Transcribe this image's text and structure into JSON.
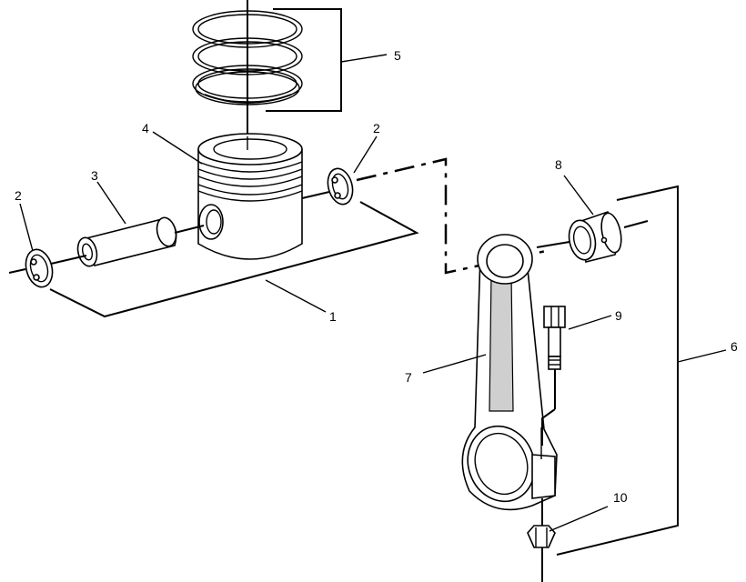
{
  "callouts": [
    {
      "id": "piston-assembly",
      "label": "1"
    },
    {
      "id": "snap-ring-left",
      "label": "2"
    },
    {
      "id": "snap-ring-right",
      "label": "2"
    },
    {
      "id": "piston-pin",
      "label": "3"
    },
    {
      "id": "piston",
      "label": "4"
    },
    {
      "id": "piston-ring-set",
      "label": "5"
    },
    {
      "id": "connecting-rod-assembly",
      "label": "6"
    },
    {
      "id": "connecting-rod",
      "label": "7"
    },
    {
      "id": "bushing",
      "label": "8"
    },
    {
      "id": "bolt",
      "label": "9"
    },
    {
      "id": "nut",
      "label": "10"
    }
  ]
}
